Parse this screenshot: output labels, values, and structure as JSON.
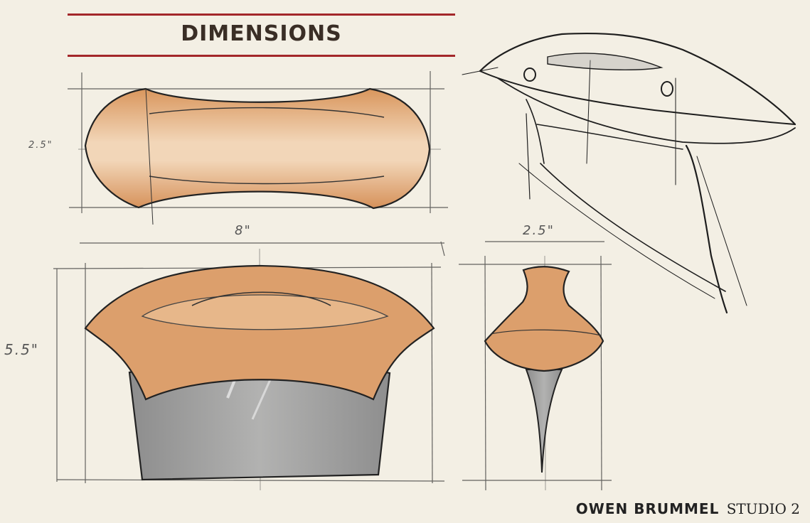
{
  "header": {
    "title": "DIMENSIONS"
  },
  "dimensions": {
    "top_height": "2.5\"",
    "width": "8\"",
    "side_width": "2.5\"",
    "front_height": "5.5\""
  },
  "signature": {
    "name": "OWEN BRUMMEL",
    "studio": "STUDIO 2"
  },
  "colors": {
    "accent_rule": "#a3272a",
    "wood": "#dc9f6c",
    "wood_light": "#f0d2b4",
    "steel": "#9a9a99",
    "paper": "#f3efe4",
    "ink": "#222222"
  }
}
